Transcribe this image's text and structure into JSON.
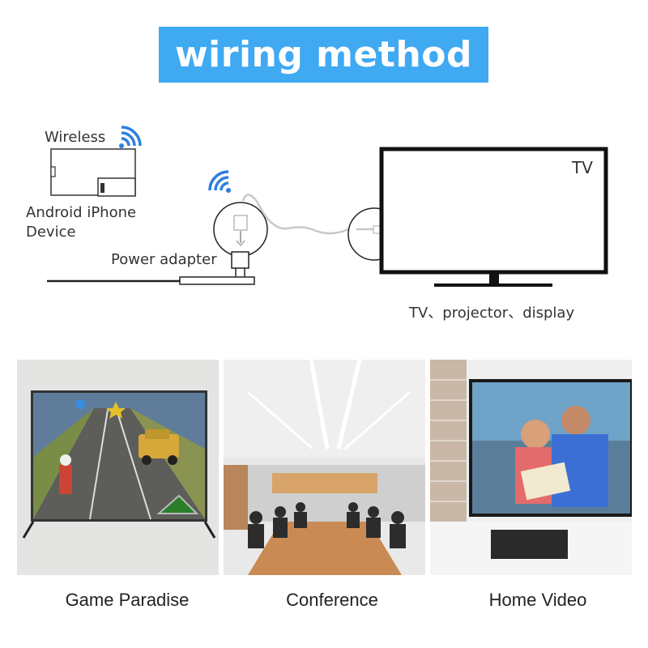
{
  "title": "wiring method",
  "diagram": {
    "wireless_label": "Wireless",
    "device_label_line1": "Android iPhone",
    "device_label_line2": "Device",
    "power_label": "Power adapter",
    "tv_label": "TV",
    "display_label": "TV、projector、display"
  },
  "scenes": [
    {
      "caption": "Game Paradise",
      "icon": "tv-racing-game-image"
    },
    {
      "caption": "Conference",
      "icon": "meeting-room-image"
    },
    {
      "caption": "Home Video",
      "icon": "tv-couple-image"
    }
  ],
  "colors": {
    "accent": "#3fa9f2",
    "wifi": "#2d7fe0"
  }
}
